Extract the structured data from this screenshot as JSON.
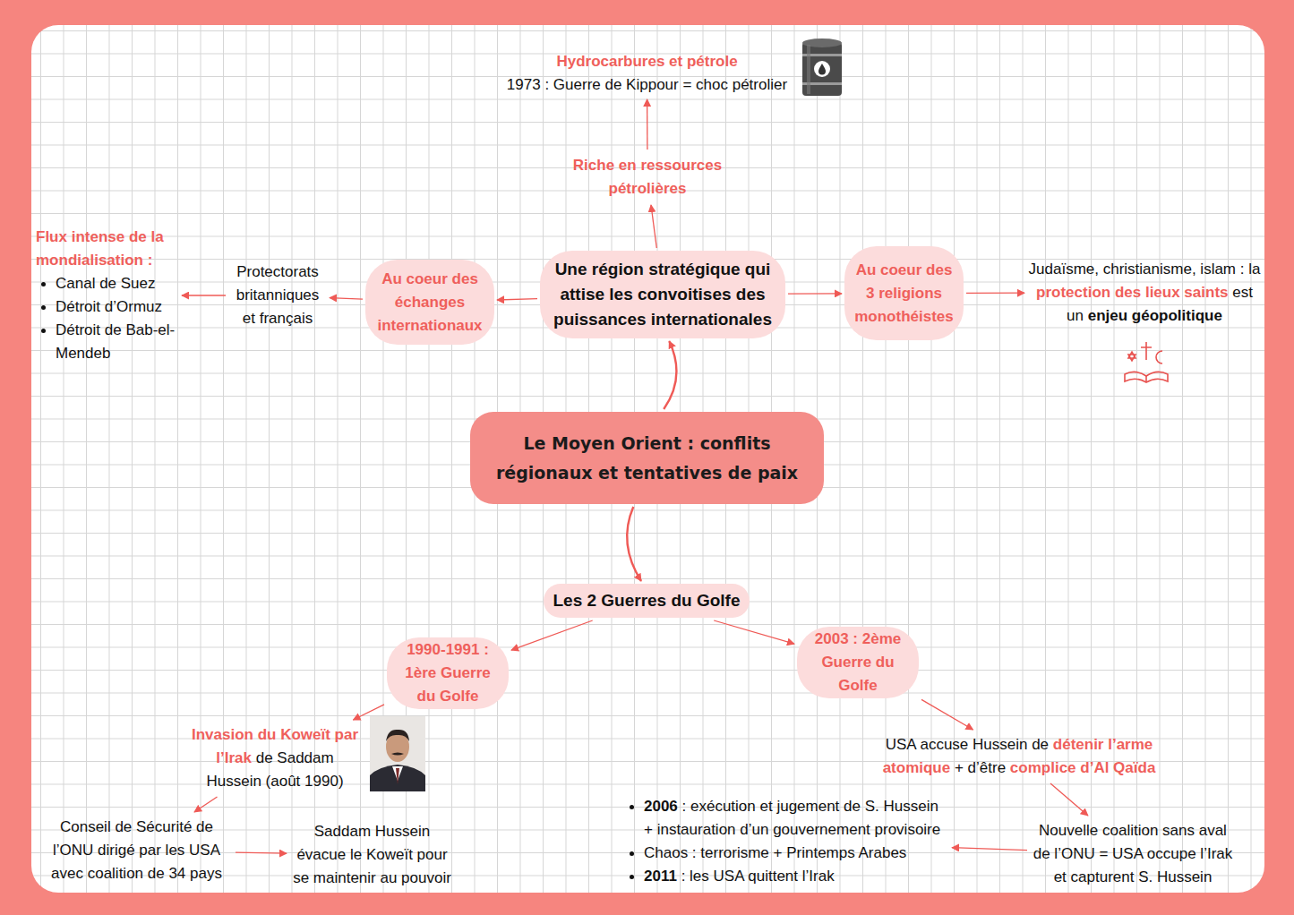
{
  "diagram": {
    "nodes": [
      {
        "text": [
          "Le Moyen Orient : conflits régionaux et tentatives de paix"
        ]
      },
      {
        "text": [
          "Une région stratégique qui attise les convoitises des puissances internationales"
        ]
      },
      {
        "text": [
          "Riche en ressources pétrolières"
        ]
      },
      {
        "text": [
          "Hydrocarbures et pétrole",
          "1973 : Guerre de Kippour = choc pétrolier"
        ]
      },
      {
        "text": [
          "Au coeur des échanges internationaux"
        ]
      },
      {
        "text": [
          "Protectorats britanniques et français"
        ]
      },
      {
        "text": [
          "Flux intense de la mondialisation :",
          "Canal de Suez",
          "Détroit d’Ormuz",
          "Détroit de Bab-el-Mendeb"
        ]
      },
      {
        "text": [
          "Au coeur des 3 religions monothéistes"
        ]
      },
      {
        "text": [
          "Judaïsme, christianisme, islam : la",
          "protection des lieux saints",
          "est un",
          "enjeu géopolitique"
        ]
      },
      {
        "text": [
          "Les 2 Guerres du Golfe"
        ]
      },
      {
        "text": [
          "1990-1991 : 1ère Guerre du Golfe"
        ]
      },
      {
        "text": [
          "Invasion du Koweït par l’Irak",
          "de Saddam Hussein (août 1990)"
        ]
      },
      {
        "text": [
          "Conseil de Sécurité de l’ONU dirigé par les USA avec coalition de 34 pays"
        ]
      },
      {
        "text": [
          "Saddam Hussein évacue le Koweït pour se maintenir au pouvoir"
        ]
      },
      {
        "text": [
          "2003 : 2ème Guerre du Golfe"
        ]
      },
      {
        "text": [
          "USA accuse Hussein de",
          "détenir l’arme atomique",
          "+ d’être",
          "complice d’Al Qaïda"
        ]
      },
      {
        "text": [
          "Nouvelle coalition sans aval de l’ONU = USA occupe l’Irak et capturent S. Hussein"
        ]
      },
      {
        "text": [
          "2006",
          ": exécution et jugement de S. Hussein + instauration d’un gouvernement provisoire",
          "Chaos : terrorisme + Printemps Arabes",
          "2011",
          ": les USA quittent l’Irak"
        ]
      }
    ],
    "edges": [
      {
        "from": 0,
        "to": 1,
        "arrow": "to"
      },
      {
        "from": 1,
        "to": 2,
        "arrow": "to"
      },
      {
        "from": 2,
        "to": 3,
        "arrow": "to"
      },
      {
        "from": 1,
        "to": 4,
        "arrow": "to"
      },
      {
        "from": 4,
        "to": 5,
        "arrow": "to"
      },
      {
        "from": 5,
        "to": 6,
        "arrow": "to"
      },
      {
        "from": 1,
        "to": 7,
        "arrow": "to"
      },
      {
        "from": 7,
        "to": 8,
        "arrow": "to"
      },
      {
        "from": 0,
        "to": 9,
        "arrow": "to"
      },
      {
        "from": 9,
        "to": 10,
        "arrow": "to"
      },
      {
        "from": 10,
        "to": 11,
        "arrow": "to"
      },
      {
        "from": 11,
        "to": 12,
        "arrow": "to"
      },
      {
        "from": 12,
        "to": 13,
        "arrow": "to"
      },
      {
        "from": 9,
        "to": 14,
        "arrow": "to"
      },
      {
        "from": 14,
        "to": 15,
        "arrow": "to"
      },
      {
        "from": 15,
        "to": 16,
        "arrow": "to"
      },
      {
        "from": 16,
        "to": 17,
        "arrow": "to"
      }
    ]
  }
}
